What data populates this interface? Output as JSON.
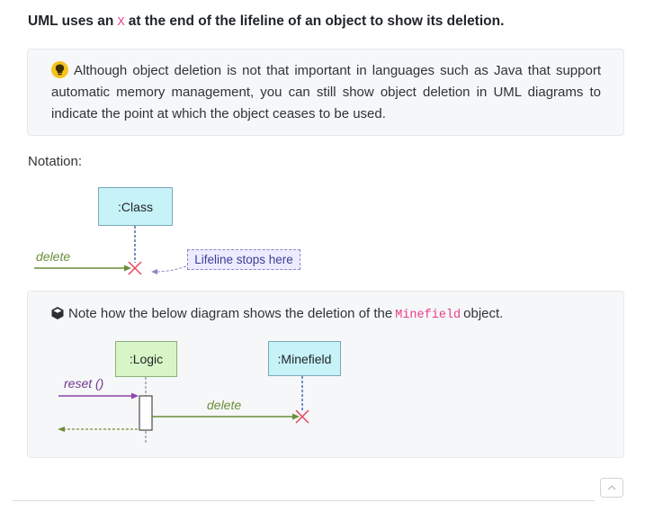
{
  "heading": {
    "before": "UML uses an",
    "code": "X",
    "after": "at the end of the lifeline of an object to show its deletion."
  },
  "tip": {
    "text": "Although object deletion is not that important in languages such as Java that support automatic memory management, you can still show object deletion in UML diagrams to indicate the point at which the object ceases to be used."
  },
  "notation_label": "Notation:",
  "notation_diagram": {
    "object_label": ":Class",
    "message_label": "delete",
    "callout": "Lifeline stops here"
  },
  "note": {
    "before": "Note how the below diagram shows the deletion of the",
    "code": "Minefield",
    "after": "object."
  },
  "example_diagram": {
    "logic_label": ":Logic",
    "minefield_label": ":Minefield",
    "reset_label": "reset ()",
    "delete_label": "delete"
  },
  "colors": {
    "code": "#e83e8c",
    "message_line": "#6b8e3a",
    "reset_line": "#8e44ad",
    "delete_x": "#e8455a",
    "lifeline": "#4a6fb5"
  }
}
